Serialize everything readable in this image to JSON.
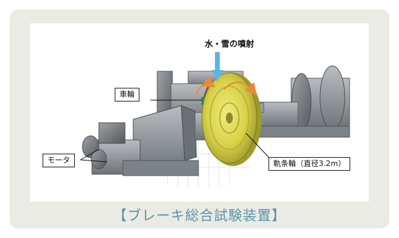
{
  "figure": {
    "spray_label": "水・雪の噴射",
    "wheel_label": "車輪",
    "motor_label": "モータ",
    "rail_wheel_label": "軌条輪（直径3.2m）"
  },
  "caption": "【ブレーキ総合試験装置】",
  "colors": {
    "panel_bg": "#e9ebe4",
    "caption_text": "#5a93a8",
    "arrow_blue": "#5bb6e4",
    "arrow_orange": "#e88a3a",
    "rail_wheel_yellow": "#d8d248",
    "machine_gray": "#8f9499",
    "wheel_green": "#2f9a4a"
  }
}
